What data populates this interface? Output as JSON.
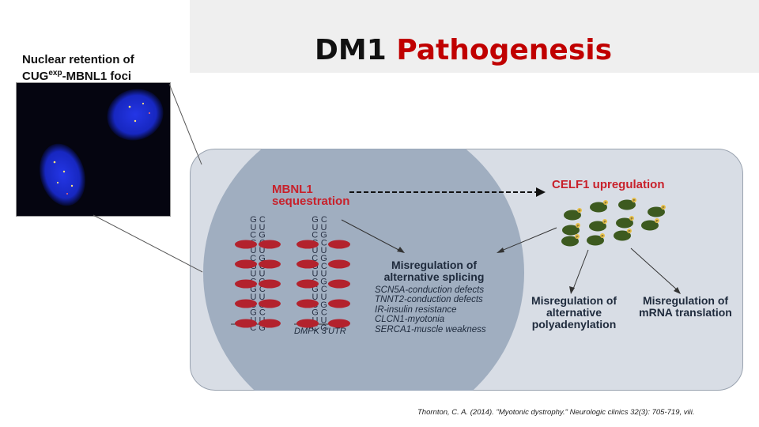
{
  "title": {
    "part1": "DM1",
    "part2": "Pathogenesis"
  },
  "inset": {
    "label_line1": "Nuclear retention of",
    "label_line2_prefix": "CUG",
    "label_line2_sup": "exp",
    "label_line2_suffix": "-MBNL1 foci"
  },
  "diagram": {
    "mbnl1_line1": "MBNL1",
    "mbnl1_line2": "sequestration",
    "celf1": "CELF1 upregulation",
    "splicing_line1": "Misregulation of",
    "splicing_line2": "alternative splicing",
    "defects": [
      "SCN5A-conduction defects",
      "TNNT2-conduction defects",
      "IR-insulin resistance",
      "CLCN1-myotonia",
      "SERCA1-muscle weakness"
    ],
    "polyA_line1": "Misregulation of",
    "polyA_line2": "alternative",
    "polyA_line3": "polyadenylation",
    "translation_line1": "Misregulation of",
    "translation_line2": "mRNA translation",
    "utr": "DMPK 3'UTR",
    "phospho_label": "P",
    "hairpin_letters": [
      "G C",
      "U   U",
      "C G",
      "G C",
      "U   U",
      "C G",
      "G C",
      "U   U",
      "C G",
      "G C",
      "U   U",
      "C G",
      "G C",
      "U   U",
      "C G"
    ]
  },
  "citation": "Thornton, C. A. (2014). \"Myotonic dystrophy.\" Neurologic clinics 32(3): 705-719, viii.",
  "colors": {
    "title_red": "#c00000",
    "label_red": "#c8202a",
    "nucleus_blue": "#1a2fd0",
    "oval_red": "#b3222d",
    "celf_green": "#3d5a1f",
    "phospho": "#e8c14a"
  }
}
